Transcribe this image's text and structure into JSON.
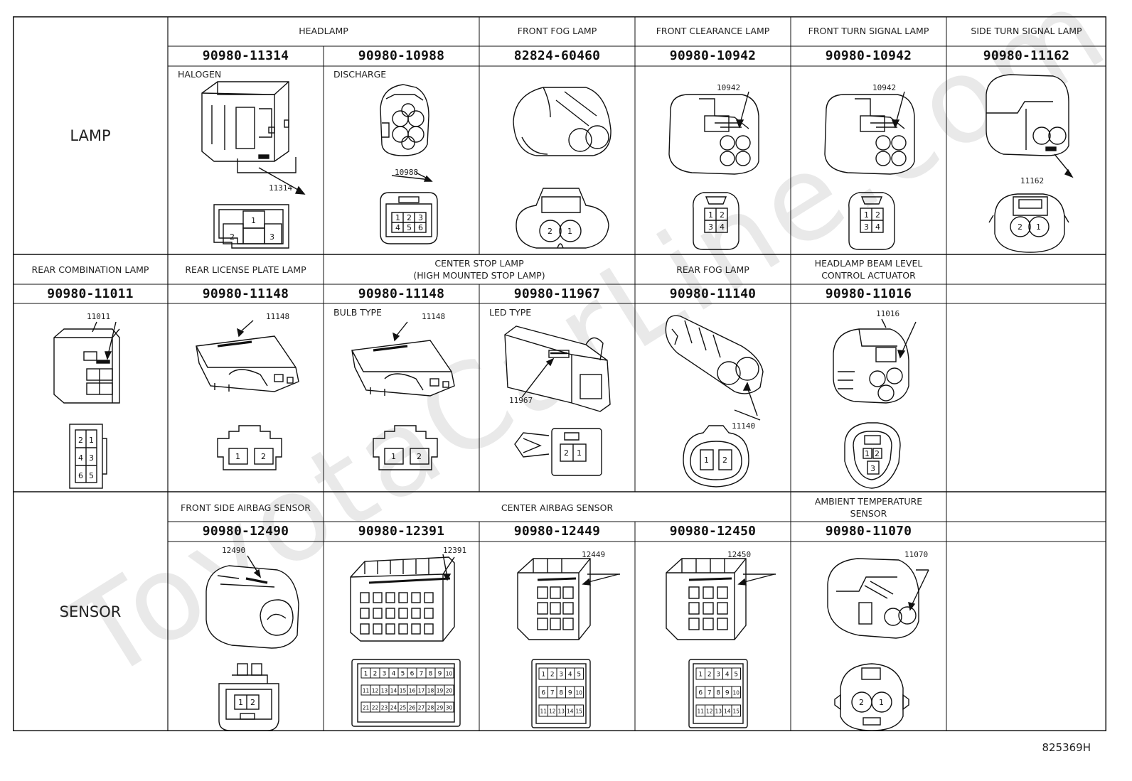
{
  "sections": {
    "lamp": "LAMP",
    "sensor": "SENSOR"
  },
  "row1": {
    "headers": {
      "headlamp": "HEADLAMP",
      "front_fog": "FRONT FOG LAMP",
      "front_clearance": "FRONT CLEARANCE LAMP",
      "front_turn": "FRONT TURN SIGNAL LAMP",
      "side_turn": "SIDE TURN SIGNAL LAMP"
    },
    "parts": [
      "90980-11314",
      "90980-10988",
      "82824-60460",
      "90980-10942",
      "90980-10942",
      "90980-11162"
    ],
    "sublabels": {
      "halogen": "HALOGEN",
      "discharge": "DISCHARGE"
    },
    "codes": [
      "11314",
      "10988",
      "10942",
      "10942",
      "11162"
    ]
  },
  "row2": {
    "headers": {
      "rear_combination": "REAR COMBINATION LAMP",
      "rear_license": "REAR LICENSE PLATE LAMP",
      "center_stop_1": "CENTER STOP LAMP",
      "center_stop_2": "(HIGH MOUNTED STOP LAMP)",
      "rear_fog": "REAR FOG LAMP",
      "beam_1": "HEADLAMP BEAM LEVEL",
      "beam_2": "CONTROL ACTUATOR"
    },
    "parts": [
      "90980-11011",
      "90980-11148",
      "90980-11148",
      "90980-11967",
      "90980-11140",
      "90980-11016"
    ],
    "sublabels": {
      "bulb": "BULB TYPE",
      "led": "LED TYPE"
    },
    "codes": [
      "11011",
      "11148",
      "11148",
      "11967",
      "11140",
      "11016"
    ]
  },
  "row3": {
    "headers": {
      "front_side_airbag": "FRONT SIDE AIRBAG SENSOR",
      "center_airbag": "CENTER AIRBAG SENSOR",
      "ambient_1": "AMBIENT TEMPERATURE",
      "ambient_2": "SENSOR"
    },
    "parts": [
      "90980-12490",
      "90980-12391",
      "90980-12449",
      "90980-12450",
      "90980-11070"
    ],
    "codes": [
      "12490",
      "12391",
      "12449",
      "12450",
      "11070"
    ]
  },
  "figure_code": "825369H",
  "watermark": "ToyotaCarLine.com",
  "pins": {
    "p1": "1",
    "p2": "2",
    "p3": "3",
    "p4": "4",
    "p5": "5",
    "p6": "6",
    "p7": "7",
    "p8": "8",
    "p9": "9",
    "p10": "10",
    "p11": "11",
    "p12": "12",
    "p13": "13",
    "p14": "14",
    "p15": "15",
    "p16": "16",
    "p17": "17",
    "p18": "18",
    "p19": "19",
    "p20": "20",
    "p21": "21",
    "p22": "22",
    "p23": "23",
    "p24": "24",
    "p25": "25",
    "p26": "26",
    "p27": "27",
    "p28": "28",
    "p29": "29",
    "p30": "30"
  }
}
